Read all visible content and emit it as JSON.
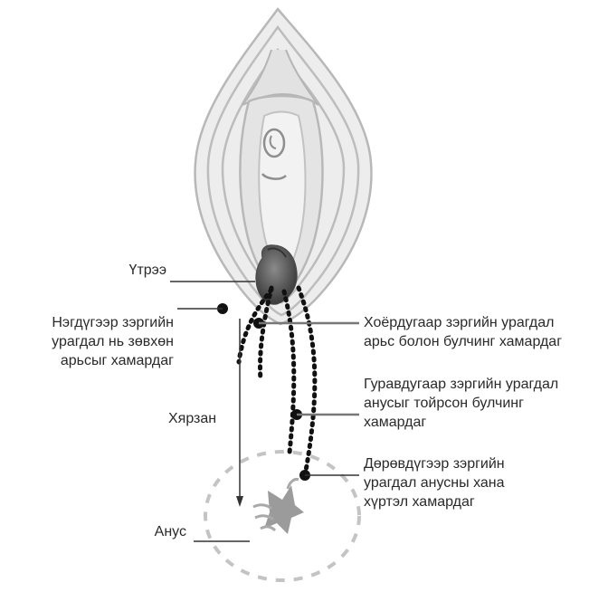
{
  "labels": {
    "utree": "Үтрээ",
    "degree1": [
      "Нэгдүгээр зэргийн",
      "урагдал нь зөвхөн",
      "арьсыг хамардаг"
    ],
    "khyarzan": "Хярзан",
    "anus": "Анус",
    "degree2": [
      "Хоёрдугаар зэргийн урагдал",
      "арьс болон булчинг хамардаг"
    ],
    "degree3": [
      "Гуравдугаар зэргийн урагдал",
      "анусыг тойрсон булчинг",
      "хамардаг"
    ],
    "degree4": [
      "Дөрөвдүгээр зэргийн",
      "урагдал анусны хана",
      "хүртэл хамардаг"
    ]
  }
}
